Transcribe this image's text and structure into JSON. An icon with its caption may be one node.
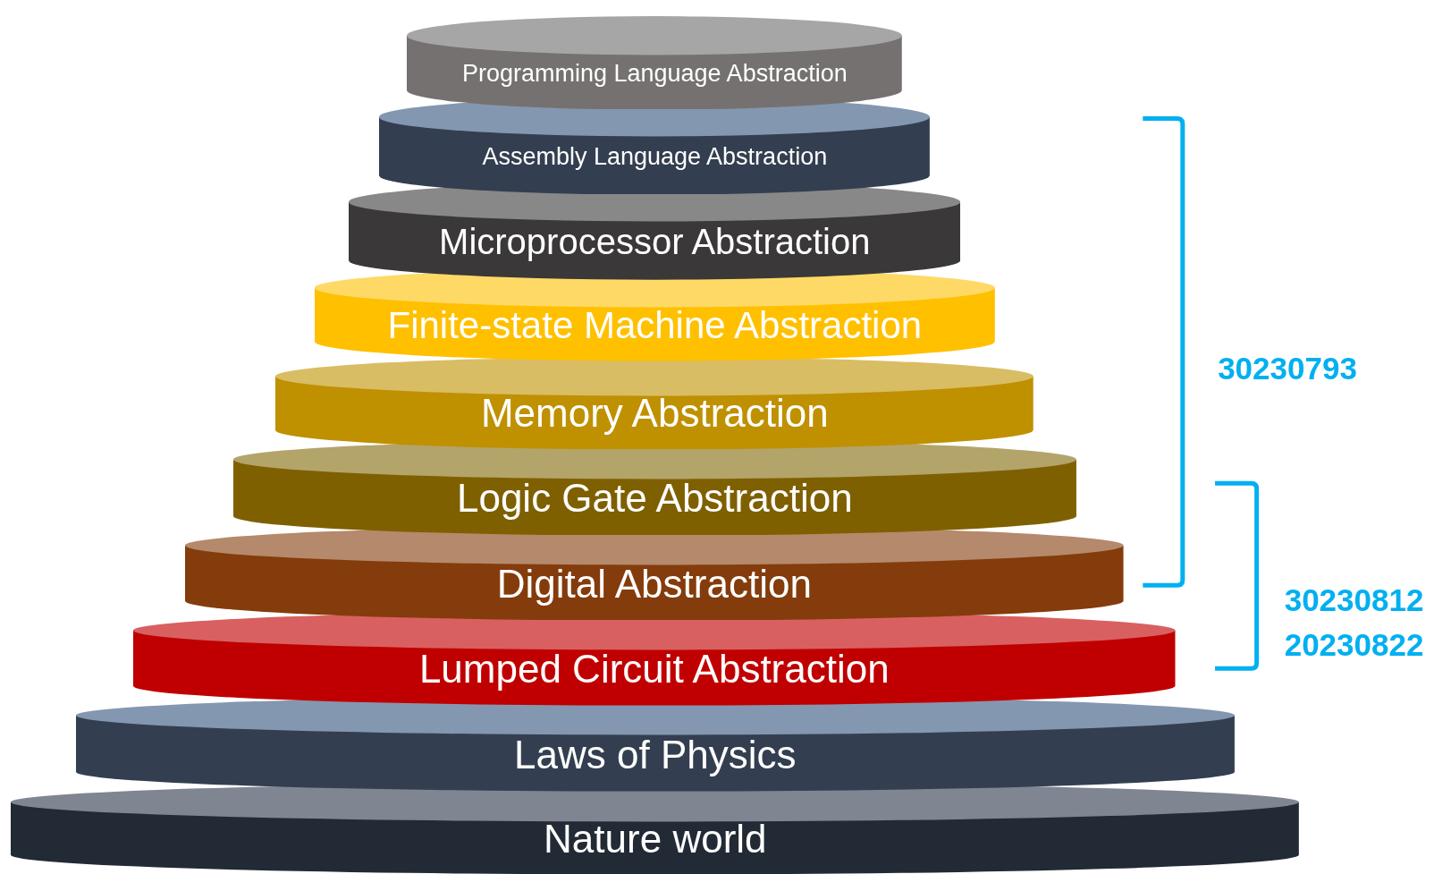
{
  "diagram": {
    "nodes": [
      {
        "text": [
          "Programming Language Abstraction"
        ]
      },
      {
        "text": [
          "Assembly Language Abstraction"
        ]
      },
      {
        "text": [
          "Microprocessor Abstraction"
        ]
      },
      {
        "text": [
          "Finite-state Machine Abstraction"
        ]
      },
      {
        "text": [
          "Memory Abstraction"
        ]
      },
      {
        "text": [
          "Logic Gate Abstraction"
        ]
      },
      {
        "text": [
          "Digital Abstraction"
        ]
      },
      {
        "text": [
          "Lumped Circuit Abstraction"
        ]
      },
      {
        "text": [
          "Laws of Physics"
        ]
      },
      {
        "text": [
          "Nature world"
        ]
      }
    ],
    "labels": [
      "30230793",
      "30230812",
      "20230822"
    ]
  }
}
